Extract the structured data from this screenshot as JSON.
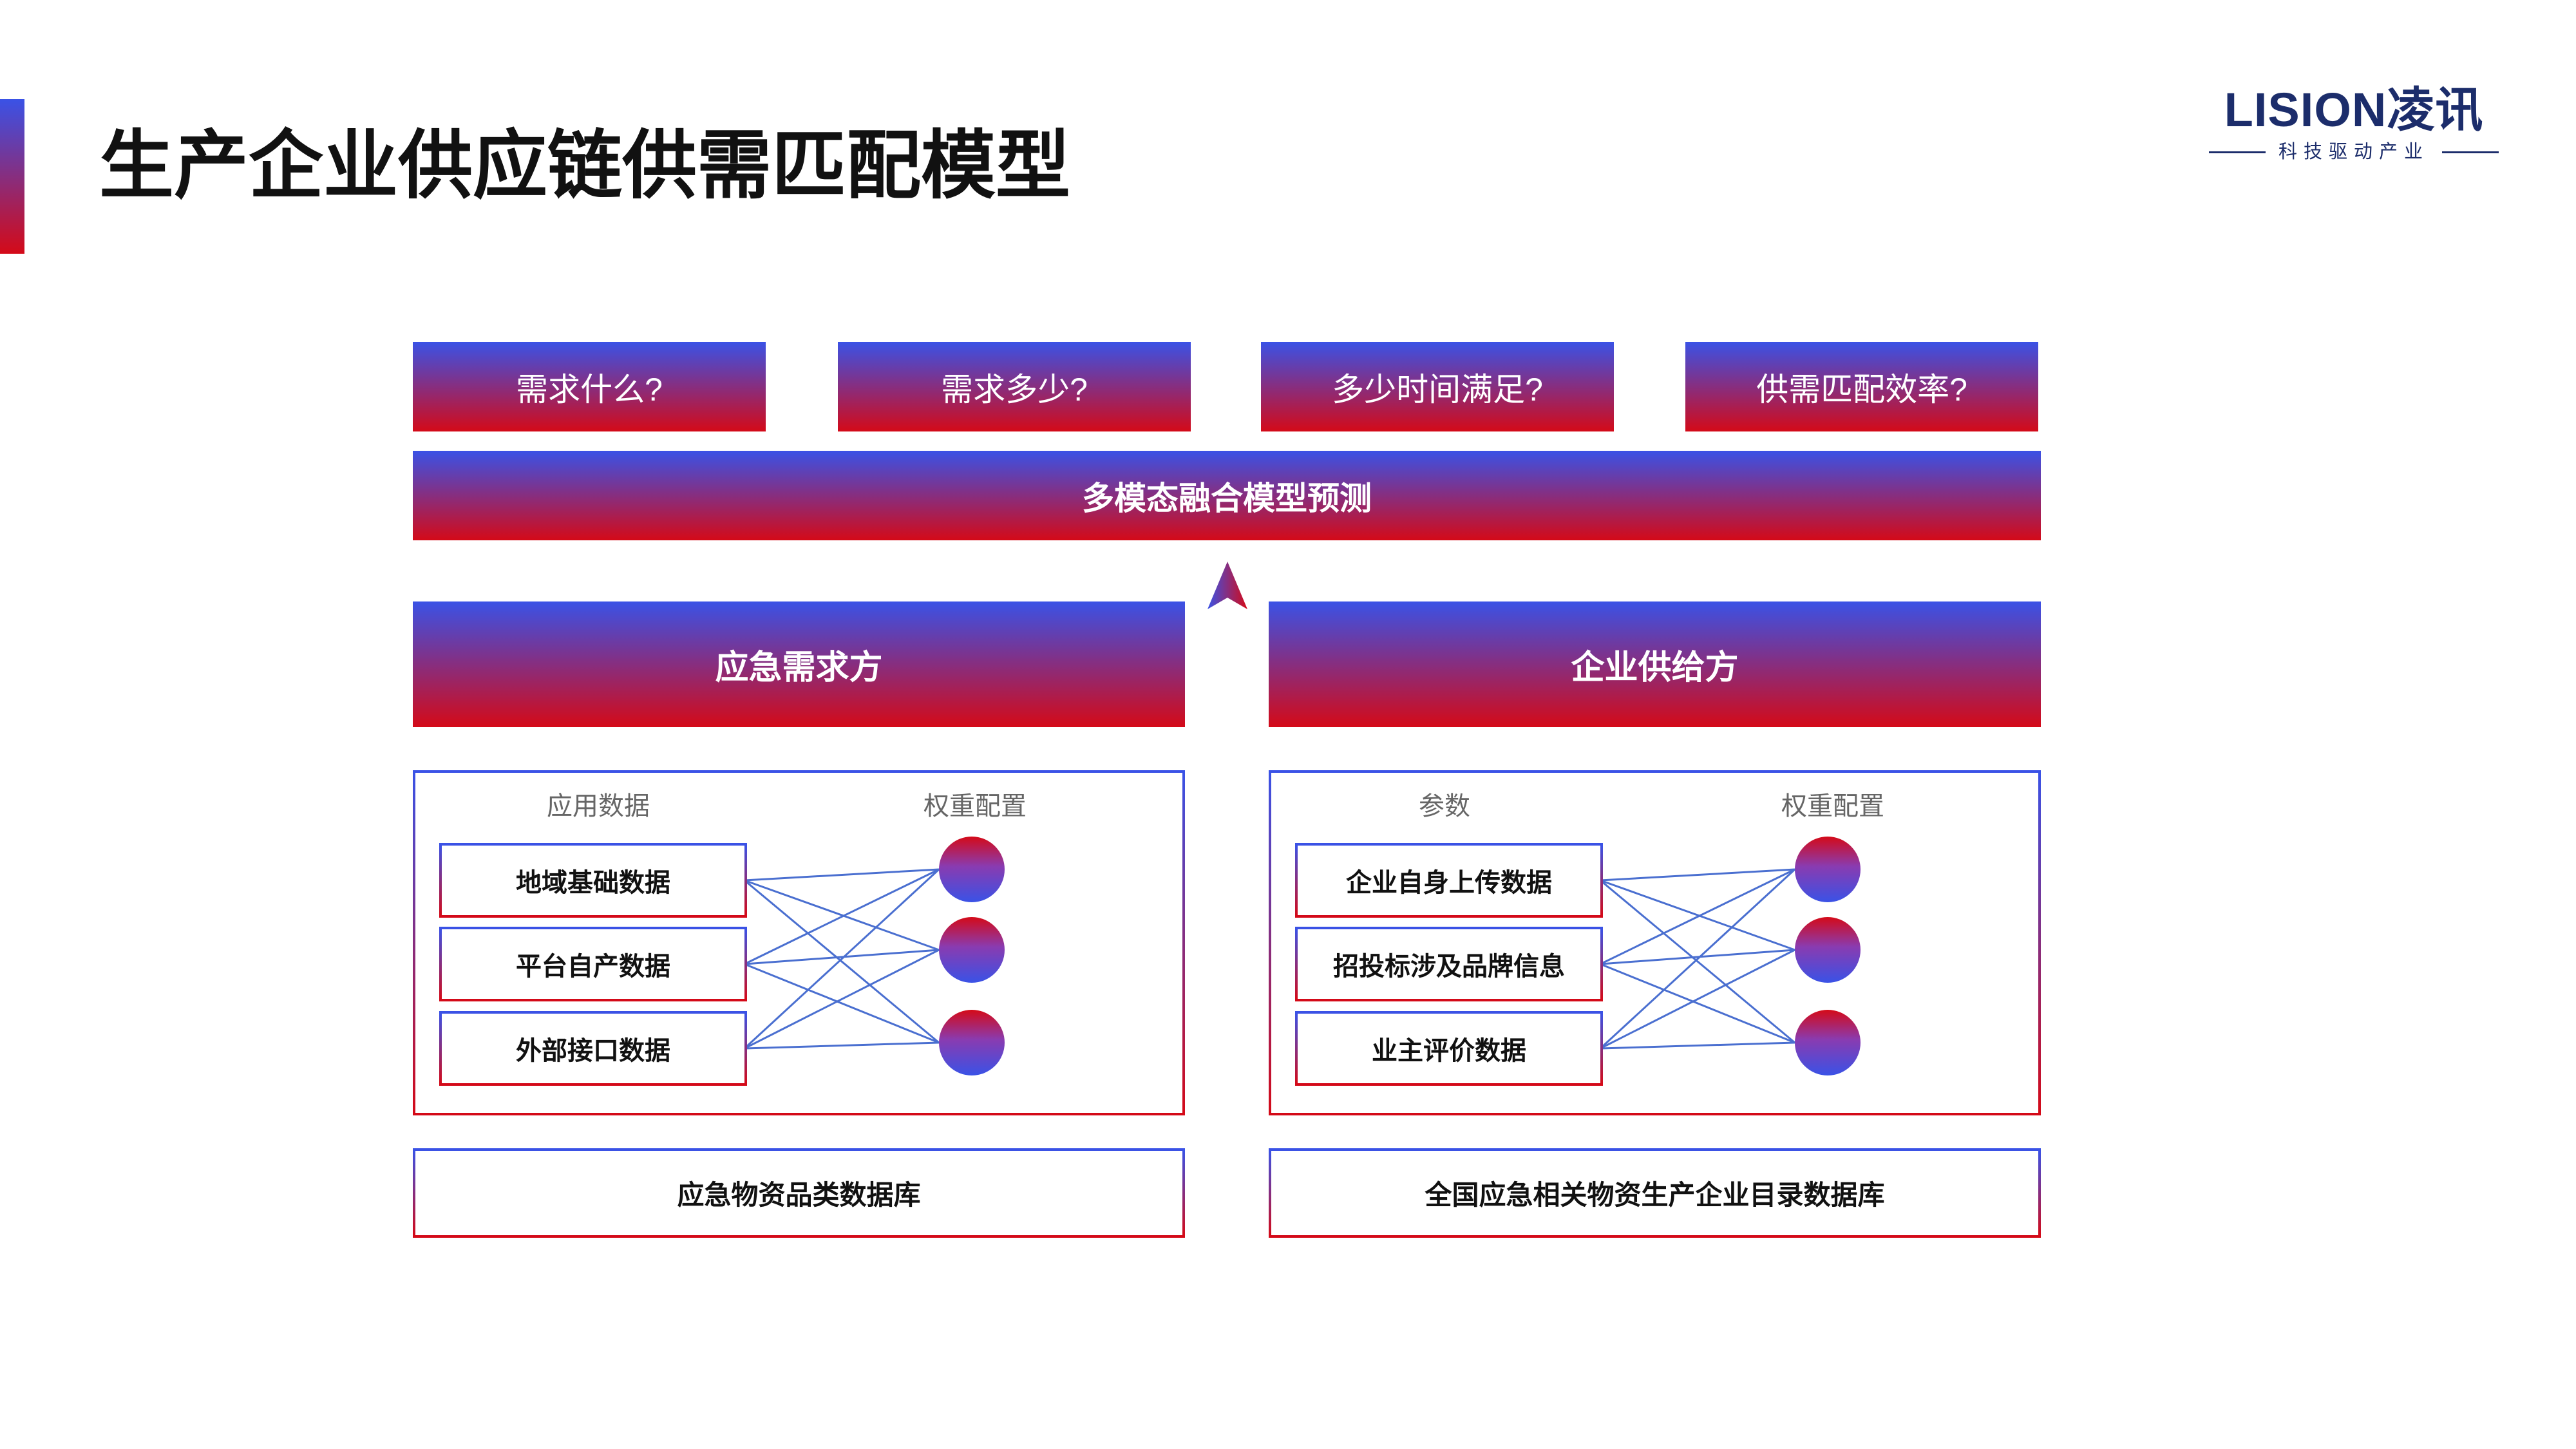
{
  "title": "生产企业供应链供需匹配模型",
  "logo": {
    "brand": "LISION凌讯",
    "tagline": "科技驱动产业"
  },
  "questions": [
    "需求什么?",
    "需求多少?",
    "多少时间满足?",
    "供需匹配效率?"
  ],
  "model_bar": "多模态融合模型预测",
  "demand": {
    "header": "应急需求方",
    "left_label": "应用数据",
    "right_label": "权重配置",
    "items": [
      "地域基础数据",
      "平台自产数据",
      "外部接口数据"
    ],
    "database": "应急物资品类数据库"
  },
  "supply": {
    "header": "企业供给方",
    "left_label": "参数",
    "right_label": "权重配置",
    "items": [
      "企业自身上传数据",
      "招投标涉及品牌信息",
      "业主评价数据"
    ],
    "database": "全国应急相关物资生产企业目录数据库"
  },
  "colors": {
    "blue": "#3a52e6",
    "red": "#d40a18",
    "connector": "#4a6fd0",
    "logo": "#1c2d6b"
  }
}
